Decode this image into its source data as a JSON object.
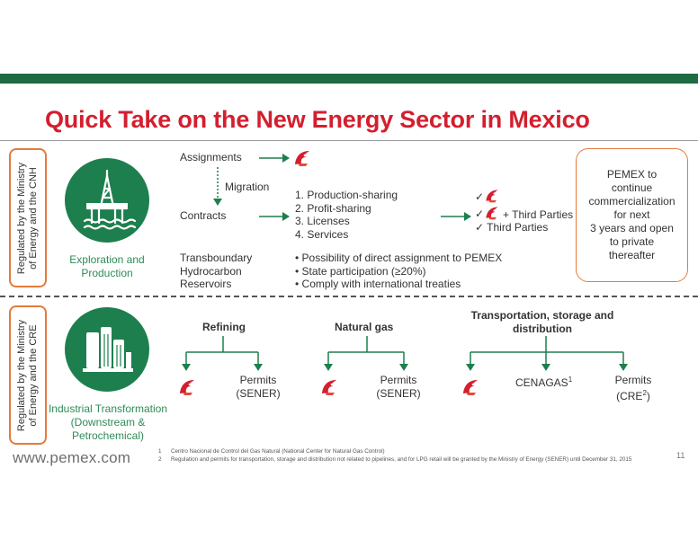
{
  "title": "Quick Take on the New Energy Sector in Mexico",
  "sidebars": [
    {
      "label_line1": "Regulated by the Ministry",
      "label_line2": "of Energy and  the CNH"
    },
    {
      "label_line1": "Regulated by the Ministry",
      "label_line2": "of Energy and  the CRE"
    }
  ],
  "upstream": {
    "label_line1": "Exploration and",
    "label_line2": "Production",
    "assignments": "Assignments",
    "migration": "Migration",
    "contracts": "Contracts",
    "contract_types": [
      "1.  Production-sharing",
      "2.  Profit-sharing",
      "3.  Licenses",
      "4.  Services"
    ],
    "results": [
      "✓",
      "✓",
      "+ Third Parties",
      "✓ Third Parties"
    ],
    "transboundary": [
      "Transboundary",
      "Hydrocarbon",
      "Reservoirs"
    ],
    "transboundary_bullets": [
      "•     Possibility of direct assignment to PEMEX",
      "•     State participation (≥20%)",
      "•     Comply with international treaties"
    ]
  },
  "pemex_box": [
    "PEMEX to",
    "continue",
    "commercialization",
    "for next",
    "3 years and open",
    "to private",
    "thereafter"
  ],
  "downstream": {
    "label_line1": "Industrial Transformation",
    "label_line2": "(Downstream &",
    "label_line3": "Petrochemical)",
    "refining": "Refining",
    "natural_gas": "Natural gas",
    "transport_line1": "Transportation, storage and",
    "transport_line2": "distribution",
    "permits": "Permits",
    "sener": "(SENER)",
    "cenagas": "CENAGAS",
    "cenagas_sup": "1",
    "cre": "(CRE",
    "cre_sup": "2",
    "cre_close": ")"
  },
  "footer": {
    "brand": "www.pemex.com",
    "footnote1_num": "1",
    "footnote1": "Centro Nacional de Control del Gas Natural (National Center for Natural Gas Control)",
    "footnote2_num": "2",
    "footnote2": "Regulation and permits for transportation, storage and distribution not related to pipelines, and for LPG retail will be granted by the Ministry of Energy (SENER) until December 31, 2015",
    "page": "11"
  },
  "colors": {
    "green": "#1e7f4e",
    "red": "#d31f2e",
    "orange": "#e57a3c",
    "brand_bar": "#1f6b44"
  },
  "icons": [
    "pemex-eagle-logo-icon",
    "oil-platform-icon",
    "refinery-icon",
    "check-icon",
    "arrow-right-icon",
    "arrow-down-icon"
  ]
}
